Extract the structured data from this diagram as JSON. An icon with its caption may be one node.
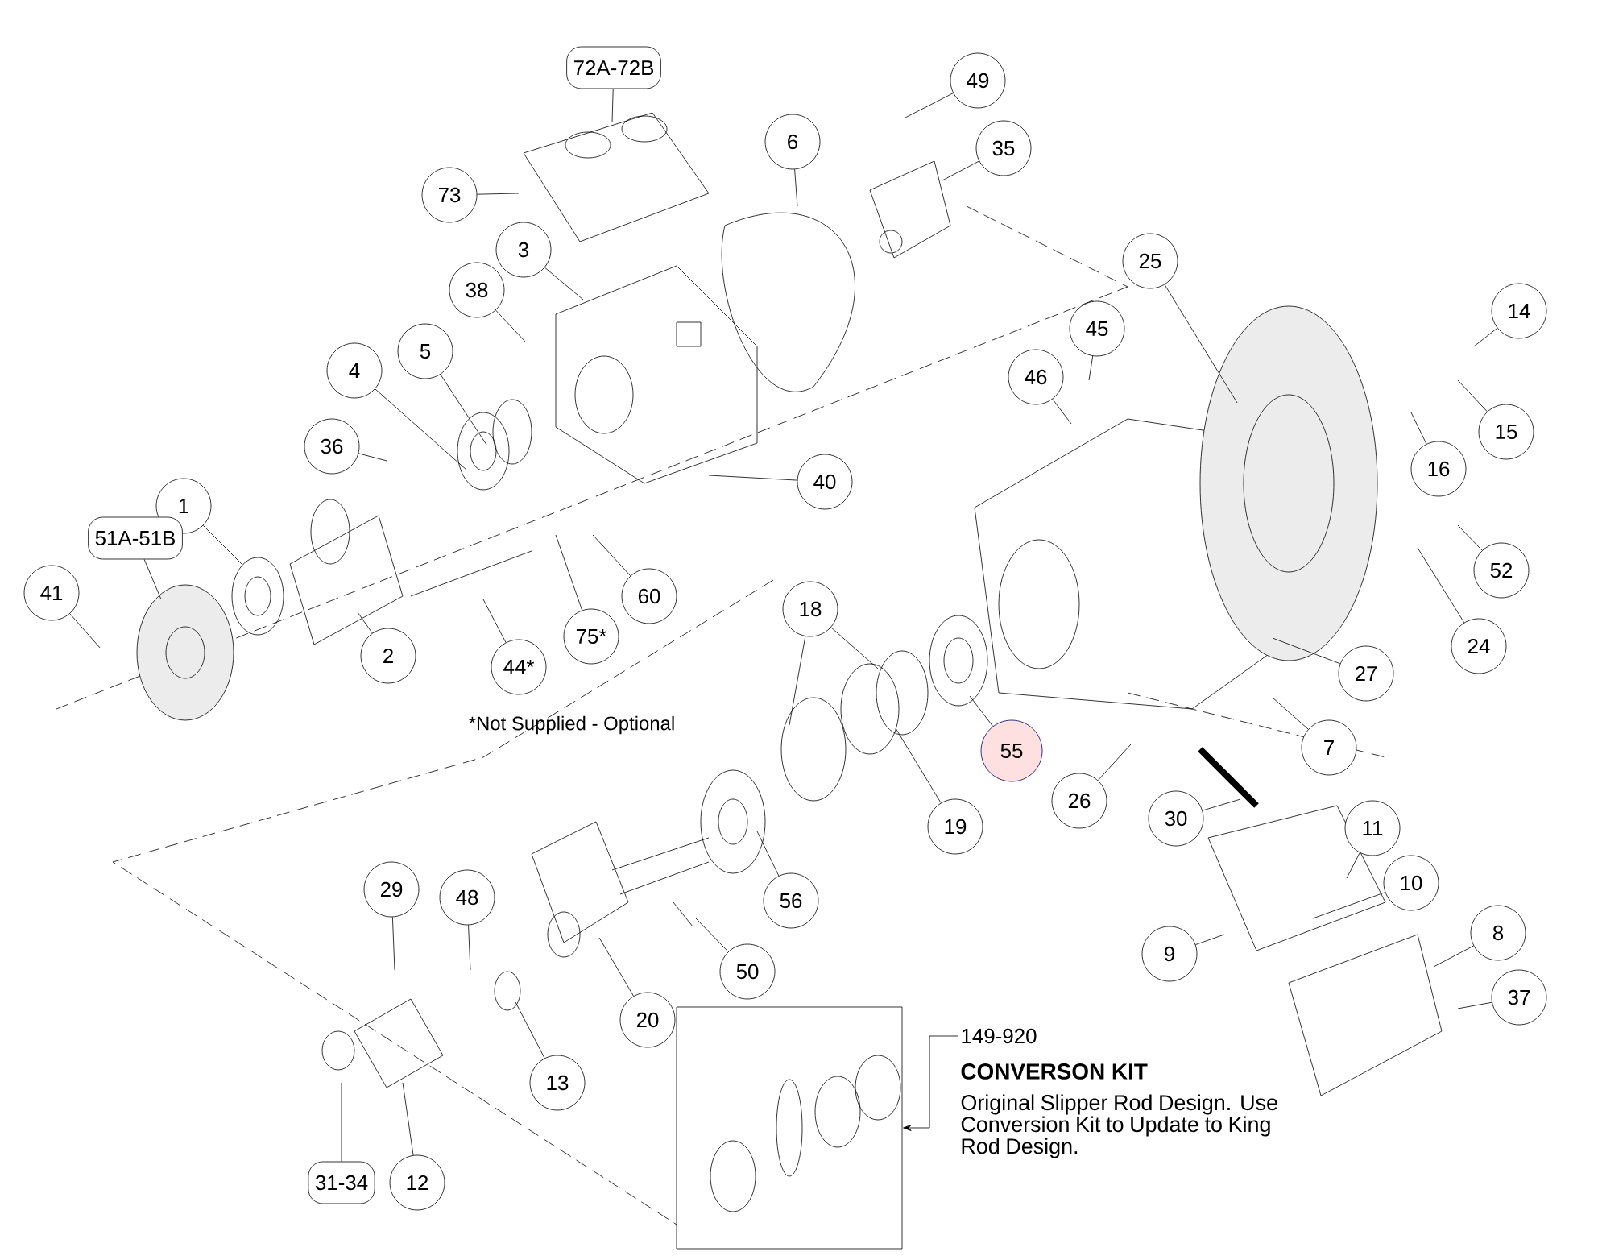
{
  "diagram": {
    "nodes": [
      {
        "text": [
          "72A-72B"
        ]
      },
      {
        "text": [
          "49"
        ]
      },
      {
        "text": [
          "6"
        ]
      },
      {
        "text": [
          "73"
        ]
      },
      {
        "text": [
          "35"
        ]
      },
      {
        "text": [
          "3"
        ]
      },
      {
        "text": [
          "25"
        ]
      },
      {
        "text": [
          "38"
        ]
      },
      {
        "text": [
          "45"
        ]
      },
      {
        "text": [
          "46"
        ]
      },
      {
        "text": [
          "14"
        ]
      },
      {
        "text": [
          "4"
        ]
      },
      {
        "text": [
          "5"
        ]
      },
      {
        "text": [
          "15"
        ]
      },
      {
        "text": [
          "36"
        ]
      },
      {
        "text": [
          "16"
        ]
      },
      {
        "text": [
          "40"
        ]
      },
      {
        "text": [
          "1"
        ]
      },
      {
        "text": [
          "51A-51B"
        ]
      },
      {
        "text": [
          "60"
        ]
      },
      {
        "text": [
          "52"
        ]
      },
      {
        "text": [
          "41"
        ]
      },
      {
        "text": [
          "75*"
        ]
      },
      {
        "text": [
          "2"
        ]
      },
      {
        "text": [
          "44*"
        ]
      },
      {
        "text": [
          "18"
        ]
      },
      {
        "text": [
          "24"
        ]
      },
      {
        "text": [
          "27"
        ]
      },
      {
        "text": [
          "55"
        ]
      },
      {
        "text": [
          "7"
        ]
      },
      {
        "text": [
          "26"
        ]
      },
      {
        "text": [
          "19"
        ]
      },
      {
        "text": [
          "30"
        ]
      },
      {
        "text": [
          "11"
        ]
      },
      {
        "text": [
          "10"
        ]
      },
      {
        "text": [
          "56"
        ]
      },
      {
        "text": [
          "29"
        ]
      },
      {
        "text": [
          "48"
        ]
      },
      {
        "text": [
          "9"
        ]
      },
      {
        "text": [
          "8"
        ]
      },
      {
        "text": [
          "50"
        ]
      },
      {
        "text": [
          "37"
        ]
      },
      {
        "text": [
          "20"
        ]
      },
      {
        "text": [
          "13"
        ]
      },
      {
        "text": [
          "12"
        ]
      },
      {
        "text": [
          "31-34"
        ]
      },
      {
        "text": [
          "149-920"
        ]
      },
      {
        "text": [],
        "shape": "box"
      }
    ],
    "edges": [
      {
        "from": 0,
        "to": null,
        "arrow": "none"
      },
      {
        "from": 1,
        "to": null,
        "arrow": "none"
      },
      {
        "from": 2,
        "to": null,
        "arrow": "none"
      },
      {
        "from": 3,
        "to": null,
        "arrow": "none"
      },
      {
        "from": 4,
        "to": null,
        "arrow": "none"
      },
      {
        "from": 5,
        "to": null,
        "arrow": "none"
      },
      {
        "from": 6,
        "to": null,
        "arrow": "none"
      },
      {
        "from": 7,
        "to": null,
        "arrow": "none"
      },
      {
        "from": 8,
        "to": null,
        "arrow": "none"
      },
      {
        "from": 9,
        "to": null,
        "arrow": "none"
      },
      {
        "from": 10,
        "to": null,
        "arrow": "none"
      },
      {
        "from": 11,
        "to": null,
        "arrow": "none"
      },
      {
        "from": 12,
        "to": null,
        "arrow": "none"
      },
      {
        "from": 13,
        "to": null,
        "arrow": "none"
      },
      {
        "from": 14,
        "to": null,
        "arrow": "none"
      },
      {
        "from": 15,
        "to": null,
        "arrow": "none"
      },
      {
        "from": 16,
        "to": null,
        "arrow": "none"
      },
      {
        "from": 17,
        "to": null,
        "arrow": "none"
      },
      {
        "from": 18,
        "to": null,
        "arrow": "none"
      },
      {
        "from": 19,
        "to": null,
        "arrow": "none"
      },
      {
        "from": 20,
        "to": null,
        "arrow": "none"
      },
      {
        "from": 21,
        "to": null,
        "arrow": "none"
      },
      {
        "from": 22,
        "to": null,
        "arrow": "none"
      },
      {
        "from": 23,
        "to": null,
        "arrow": "none"
      },
      {
        "from": 24,
        "to": null,
        "arrow": "none"
      },
      {
        "from": 25,
        "to": null,
        "arrow": "none"
      },
      {
        "from": 25,
        "to": null,
        "arrow": "none"
      },
      {
        "from": 26,
        "to": null,
        "arrow": "none"
      },
      {
        "from": 27,
        "to": null,
        "arrow": "none"
      },
      {
        "from": 28,
        "to": null,
        "arrow": "none"
      },
      {
        "from": 29,
        "to": null,
        "arrow": "none"
      },
      {
        "from": 30,
        "to": null,
        "arrow": "none"
      },
      {
        "from": 31,
        "to": null,
        "arrow": "none"
      },
      {
        "from": 32,
        "to": null,
        "arrow": "none"
      },
      {
        "from": 33,
        "to": null,
        "arrow": "none"
      },
      {
        "from": 34,
        "to": null,
        "arrow": "none"
      },
      {
        "from": 35,
        "to": null,
        "arrow": "none"
      },
      {
        "from": 36,
        "to": null,
        "arrow": "none"
      },
      {
        "from": 37,
        "to": null,
        "arrow": "none"
      },
      {
        "from": 38,
        "to": null,
        "arrow": "none"
      },
      {
        "from": 39,
        "to": null,
        "arrow": "none"
      },
      {
        "from": 40,
        "to": null,
        "arrow": "none"
      },
      {
        "from": 41,
        "to": null,
        "arrow": "none"
      },
      {
        "from": 42,
        "to": null,
        "arrow": "none"
      },
      {
        "from": 43,
        "to": null,
        "arrow": "none"
      },
      {
        "from": 44,
        "to": null,
        "arrow": "none"
      },
      {
        "from": 45,
        "to": null,
        "arrow": "none"
      },
      {
        "from": 46,
        "to": 47,
        "arrow": "to"
      }
    ],
    "labels": [
      "*Not Supplied - Optional",
      "CONVERSON KIT",
      "Original Slipper Rod Design. Use Conversion Kit to Update to King Rod Design."
    ]
  }
}
